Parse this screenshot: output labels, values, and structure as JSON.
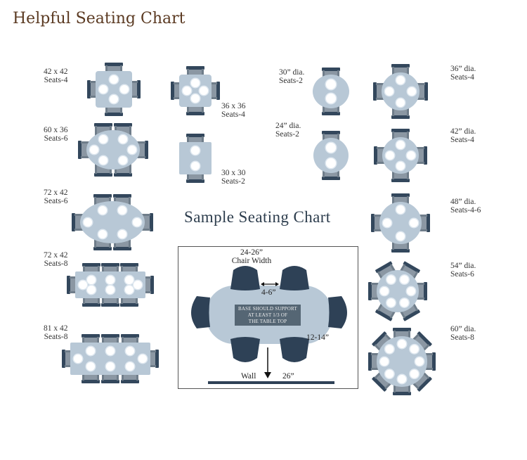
{
  "page": {
    "title": "Helpful Seating Chart"
  },
  "colors": {
    "title": "#5b3a22",
    "table": "#b8c8d6",
    "chair": "#8b97a3",
    "chair_back": "#33475c",
    "plate": "#ffffff",
    "dark": "#2e4156"
  },
  "rect_tables": [
    {
      "size": "42 x 42",
      "seats": "Seats-4"
    },
    {
      "size": "60 x 36",
      "seats": "Seats-6"
    },
    {
      "size": "72 x 42",
      "seats": "Seats-6"
    },
    {
      "size": "72 x 42",
      "seats": "Seats-8"
    },
    {
      "size": "81 x 42",
      "seats": "Seats-8"
    },
    {
      "size": "36 x 36",
      "seats": "Seats-4"
    },
    {
      "size": "30 x 30",
      "seats": "Seats-2"
    }
  ],
  "round_tables": [
    {
      "size": "30” dia.",
      "seats": "Seats-2"
    },
    {
      "size": "24” dia.",
      "seats": "Seats-2"
    },
    {
      "size": "36” dia.",
      "seats": "Seats-4"
    },
    {
      "size": "42” dia.",
      "seats": "Seats-4"
    },
    {
      "size": "48” dia.",
      "seats": "Seats-4-6"
    },
    {
      "size": "54” dia.",
      "seats": "Seats-6"
    },
    {
      "size": "60” dia.",
      "seats": "Seats-8"
    }
  ],
  "sample": {
    "title": "Sample Seating Chart",
    "chair_width_value": "24-26”",
    "chair_width_label": "Chair Width",
    "chair_gap": "4-6”",
    "base_note": [
      "BASE SHOULD SUPPORT",
      "AT LEAST 1/3 OF",
      "THE TABLE TOP"
    ],
    "edge_clearance": "12-14”",
    "wall_label": "Wall",
    "wall_distance": "26”"
  }
}
